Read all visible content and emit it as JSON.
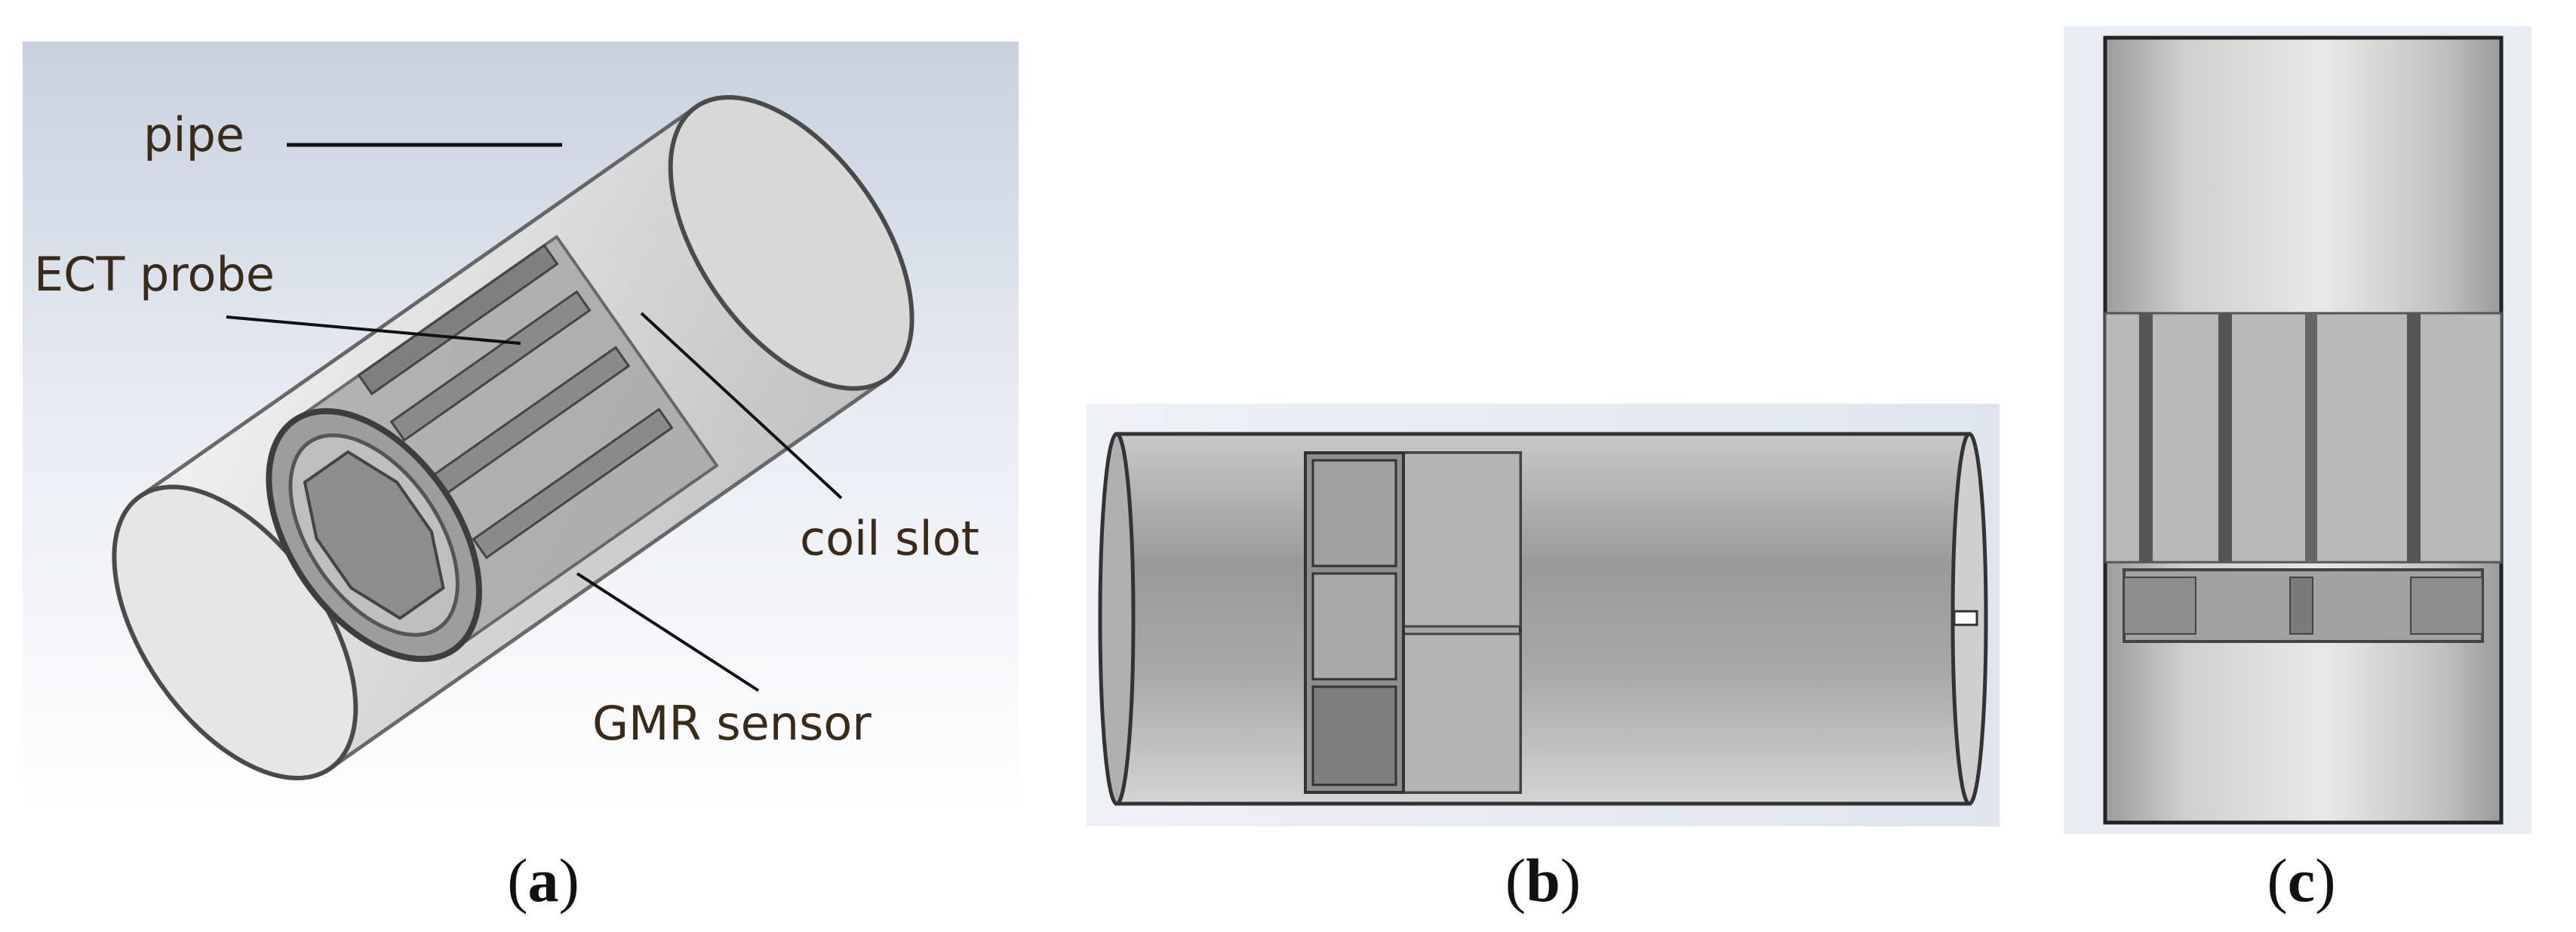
{
  "panels": {
    "a": {
      "caption_open": "(",
      "caption_letter": "a",
      "caption_close": ")",
      "labels": {
        "pipe": "pipe",
        "ect_probe": "ECT probe",
        "coil_slot": "coil slot",
        "gmr_sensor": "GMR sensor"
      }
    },
    "b": {
      "caption_open": "(",
      "caption_letter": "b",
      "caption_close": ")"
    },
    "c": {
      "caption_open": "(",
      "caption_letter": "c",
      "caption_close": ")"
    }
  },
  "colors": {
    "background_tint": "#dfe4ee",
    "metal_dark": "#8a8a8a",
    "metal_mid": "#b4b4b4",
    "metal_light": "#e4e4e4",
    "outline": "#3a3a3a",
    "label_text": "#3a2a1a"
  }
}
